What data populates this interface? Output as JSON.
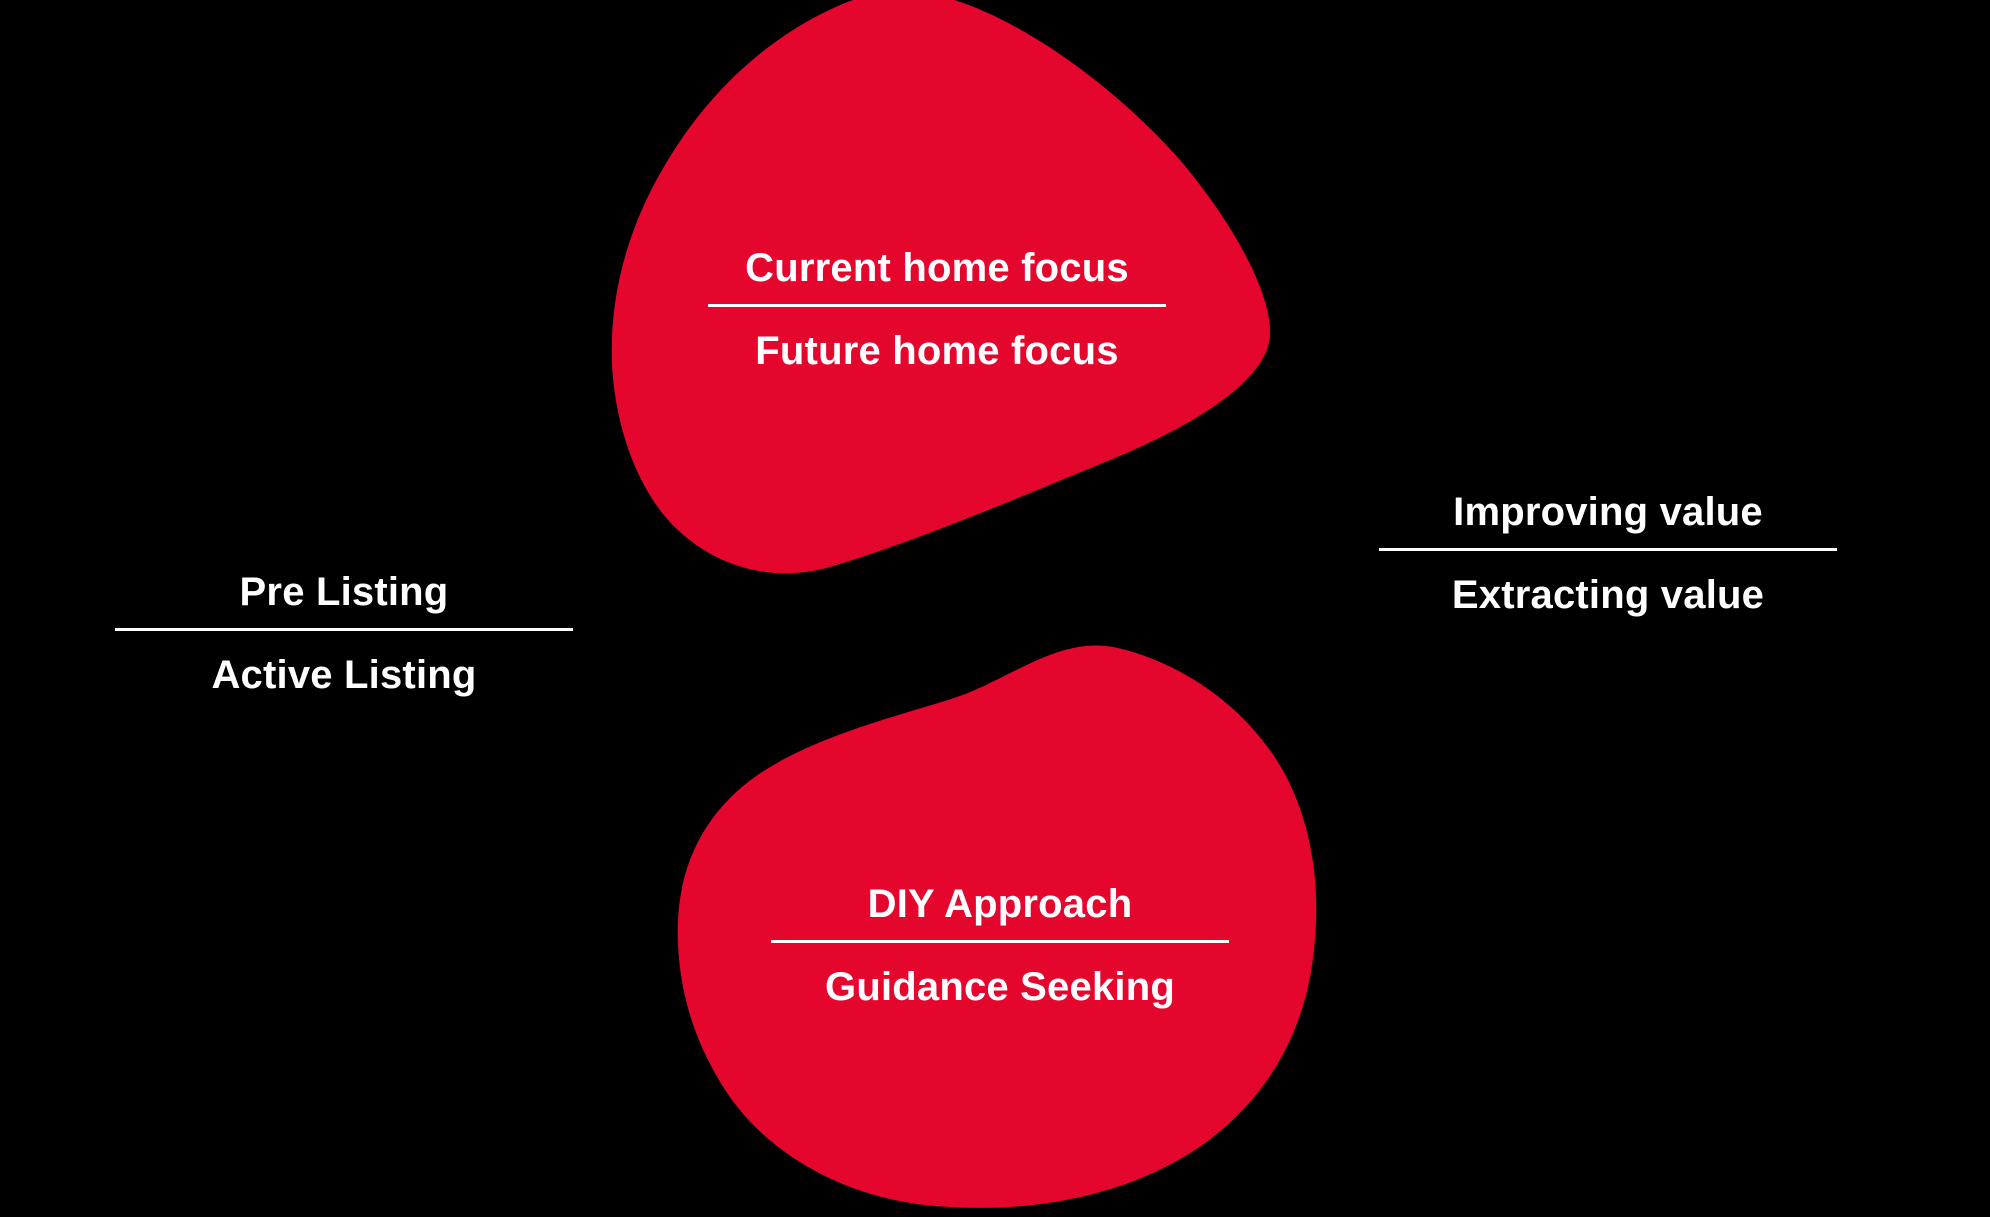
{
  "colors": {
    "background": "#000000",
    "blob": "#E5062E",
    "text": "#FFFFFF",
    "divider": "#FFFFFF"
  },
  "segments": [
    {
      "id": "home-focus",
      "placement": "top-center-on-blob",
      "primary": "Current home focus",
      "secondary": "Future home focus"
    },
    {
      "id": "listing-stage",
      "placement": "middle-left",
      "primary": "Pre Listing",
      "secondary": "Active Listing"
    },
    {
      "id": "value-goal",
      "placement": "middle-right",
      "primary": "Improving value",
      "secondary": "Extracting value"
    },
    {
      "id": "approach",
      "placement": "bottom-center-on-blob",
      "primary": "DIY Approach",
      "secondary": "Guidance Seeking"
    }
  ]
}
